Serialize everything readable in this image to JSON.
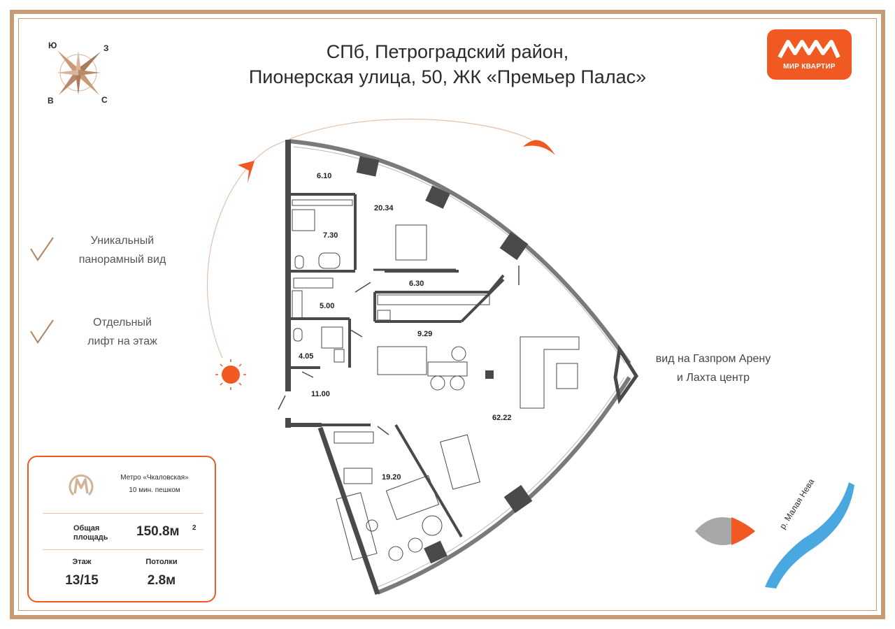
{
  "title": {
    "line1": "СПб, Петроградский район,",
    "line2": "Пионерская улица, 50, ЖК «Премьер Палас»"
  },
  "compass": {
    "north": "С",
    "south": "Ю",
    "east": "В",
    "west": "З"
  },
  "logo": {
    "name": "МИР КВАРТИР",
    "icon": "mir-kvartir-logo-icon",
    "color": "#f05a22"
  },
  "features": [
    {
      "line1": "Уникальный",
      "line2": "панорамный вид",
      "icon": "checkmark-icon"
    },
    {
      "line1": "Отдельный",
      "line2": "лифт на этаж",
      "icon": "checkmark-icon"
    }
  ],
  "view": {
    "line1": "вид на Газпром Арену",
    "line2": "и Лахта центр"
  },
  "river": {
    "label": "р. Малая Нева"
  },
  "info_card": {
    "metro_name": "Метро «Чкаловская»",
    "metro_walk": "10 мин. пешком",
    "area_label": "Общая площадь",
    "area_value": "150.8м",
    "area_unit": "2",
    "floor_label": "Этаж",
    "floor_value": "13/15",
    "ceiling_label": "Потолки",
    "ceiling_value": "2.8м"
  },
  "rooms": [
    {
      "id": "dressing-top",
      "label": "6.10"
    },
    {
      "id": "bedroom-main",
      "label": "20.34"
    },
    {
      "id": "bathroom-main",
      "label": "7.30"
    },
    {
      "id": "wardrobe",
      "label": "6.30"
    },
    {
      "id": "laundry",
      "label": "5.00"
    },
    {
      "id": "kitchen",
      "label": "9.29"
    },
    {
      "id": "bathroom-guest",
      "label": "4.05"
    },
    {
      "id": "hall",
      "label": "11.00"
    },
    {
      "id": "living",
      "label": "62.22"
    },
    {
      "id": "bedroom-second",
      "label": "19.20"
    }
  ],
  "colors": {
    "accent": "#f05a22",
    "frame": "#c79a78",
    "wall": "#4a4a4a",
    "river": "#4aa8e0"
  }
}
